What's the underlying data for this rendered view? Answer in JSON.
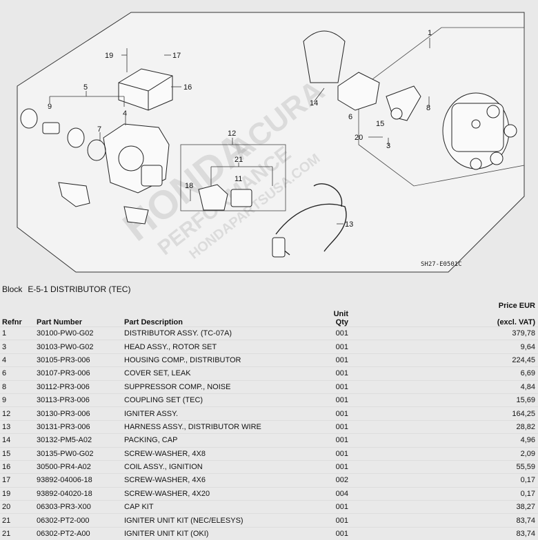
{
  "diagram": {
    "callouts": [
      "1",
      "3",
      "4",
      "5",
      "6",
      "7",
      "8",
      "9",
      "11",
      "12",
      "13",
      "14",
      "15",
      "16",
      "17",
      "18",
      "19",
      "20",
      "21"
    ],
    "code": "SH27-E0501C",
    "watermark_lines": [
      "HONDA",
      "ACURA",
      "PERFORMANCE",
      "HONDAPARTSUSA.COM"
    ]
  },
  "block": {
    "label": "Block",
    "value": "E-5-1 DISTRIBUTOR (TEC)"
  },
  "table": {
    "headers": {
      "refnr": "Refnr",
      "part_number": "Part Number",
      "description": "Part Description",
      "qty": "Unit Qty",
      "price_line1": "Price EUR",
      "price_line2": "(excl. VAT)"
    },
    "rows": [
      {
        "ref": "1",
        "pn": "30100-PW0-G02",
        "desc": "DISTRIBUTOR ASSY. (TC-07A)",
        "qty": "001",
        "price": "379,78"
      },
      {
        "ref": "3",
        "pn": "30103-PW0-G02",
        "desc": "HEAD ASSY., ROTOR SET",
        "qty": "001",
        "price": "9,64"
      },
      {
        "ref": "4",
        "pn": "30105-PR3-006",
        "desc": "HOUSING COMP., DISTRIBUTOR",
        "qty": "001",
        "price": "224,45"
      },
      {
        "ref": "6",
        "pn": "30107-PR3-006",
        "desc": "COVER SET, LEAK",
        "qty": "001",
        "price": "6,69"
      },
      {
        "ref": "8",
        "pn": "30112-PR3-006",
        "desc": "SUPPRESSOR COMP., NOISE",
        "qty": "001",
        "price": "4,84"
      },
      {
        "ref": "9",
        "pn": "30113-PR3-006",
        "desc": "COUPLING SET (TEC)",
        "qty": "001",
        "price": "15,69"
      },
      {
        "ref": "12",
        "pn": "30130-PR3-006",
        "desc": "IGNITER ASSY.",
        "qty": "001",
        "price": "164,25"
      },
      {
        "ref": "13",
        "pn": "30131-PR3-006",
        "desc": "HARNESS ASSY., DISTRIBUTOR WIRE",
        "qty": "001",
        "price": "28,82"
      },
      {
        "ref": "14",
        "pn": "30132-PM5-A02",
        "desc": "PACKING, CAP",
        "qty": "001",
        "price": "4,96"
      },
      {
        "ref": "15",
        "pn": "30135-PW0-G02",
        "desc": "SCREW-WASHER, 4X8",
        "qty": "001",
        "price": "2,09"
      },
      {
        "ref": "16",
        "pn": "30500-PR4-A02",
        "desc": "COIL ASSY., IGNITION",
        "qty": "001",
        "price": "55,59"
      },
      {
        "ref": "17",
        "pn": "93892-04006-18",
        "desc": "SCREW-WASHER, 4X6",
        "qty": "002",
        "price": "0,17"
      },
      {
        "ref": "19",
        "pn": "93892-04020-18",
        "desc": "SCREW-WASHER, 4X20",
        "qty": "004",
        "price": "0,17"
      },
      {
        "ref": "20",
        "pn": "06303-PR3-X00",
        "desc": "CAP KIT",
        "qty": "001",
        "price": "38,27"
      },
      {
        "ref": "21",
        "pn": "06302-PT2-000",
        "desc": "IGNITER UNIT KIT (NEC/ELESYS)",
        "qty": "001",
        "price": "83,74"
      },
      {
        "ref": "21",
        "pn": "06302-PT2-A00",
        "desc": "IGNITER UNIT KIT (OKI)",
        "qty": "001",
        "price": "83,74"
      }
    ]
  }
}
